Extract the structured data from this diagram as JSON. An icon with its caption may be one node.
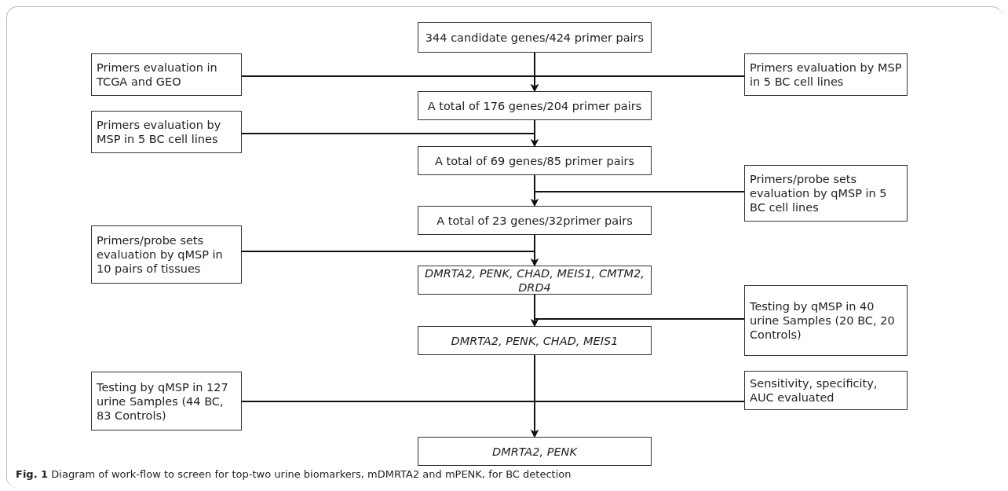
{
  "diagram": {
    "caption": "**Fig. 1** Diagram of work-flow to screen for top-two urine biomarkers, mDMRTA2 and mPENK, for BC detection",
    "nodes": [
      {
        "text": [
          "344 candidate genes/424 primer pairs"
        ]
      },
      {
        "text": [
          "A total of 176 genes/204 primer pairs"
        ]
      },
      {
        "text": [
          "A total of 69 genes/85 primer pairs"
        ]
      },
      {
        "text": [
          "A total of 23 genes/32primer pairs"
        ]
      },
      {
        "text": [
          "DMRTA2, PENK, CHAD, MEIS1, CMTM2, DRD4"
        ]
      },
      {
        "text": [
          "DMRTA2, PENK, CHAD, MEIS1"
        ]
      },
      {
        "text": [
          "DMRTA2,   PENK"
        ]
      },
      {
        "text": [
          "Primers evaluation in TCGA and GEO"
        ]
      },
      {
        "text": [
          "Primers evaluation by MSP in 5 BC cell lines"
        ]
      },
      {
        "text": [
          "Primers evaluation by MSP in 5 BC cell lines"
        ]
      },
      {
        "text": [
          "Primers/probe sets evaluation by qMSP in 5 BC cell lines"
        ]
      },
      {
        "text": [
          "Primers/probe sets evaluation by qMSP in 10 pairs of tissues"
        ]
      },
      {
        "text": [
          "Testing by qMSP in 40 urine Samples (20 BC, 20 Controls)"
        ]
      },
      {
        "text": [
          "Testing by qMSP in 127 urine Samples (44 BC, 83 Controls)"
        ]
      },
      {
        "text": [
          "Sensitivity, specificity, AUC evaluated"
        ]
      }
    ],
    "edges": [
      {
        "from": 0,
        "to": 1,
        "arrow": "to"
      },
      {
        "from": 1,
        "to": 2,
        "arrow": "to"
      },
      {
        "from": 2,
        "to": 3,
        "arrow": "to"
      },
      {
        "from": 3,
        "to": 4,
        "arrow": "to"
      },
      {
        "from": 4,
        "to": 5,
        "arrow": "to"
      },
      {
        "from": 5,
        "to": 6,
        "arrow": "to"
      },
      {
        "from": 7,
        "to": 1,
        "arrow": "to"
      },
      {
        "from": 8,
        "to": 1,
        "arrow": "to"
      },
      {
        "from": 9,
        "to": 2,
        "arrow": "to"
      },
      {
        "from": 10,
        "to": 3,
        "arrow": "to"
      },
      {
        "from": 11,
        "to": 4,
        "arrow": "to"
      },
      {
        "from": 12,
        "to": 5,
        "arrow": "to"
      },
      {
        "from": 13,
        "to": 6,
        "arrow": "to"
      },
      {
        "from": 14,
        "to": 6,
        "arrow": "to"
      }
    ]
  }
}
